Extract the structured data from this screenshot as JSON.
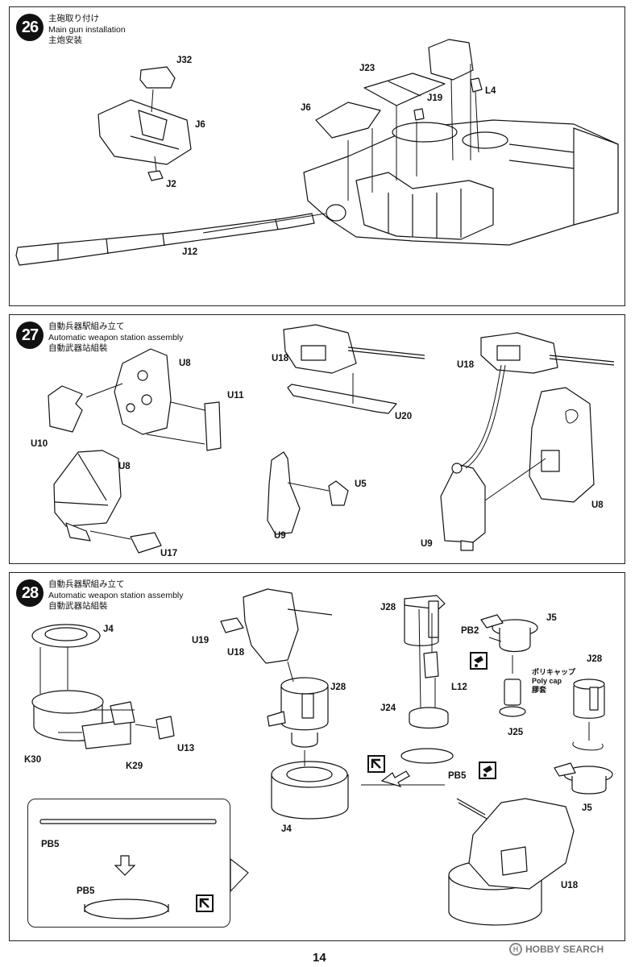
{
  "steps": [
    {
      "number": "26",
      "title_jp": "主砲取り付け",
      "title_en": "Main gun installation",
      "title_cn": "主炮安装",
      "labels": {
        "j32": "J32",
        "j6a": "J6",
        "j2": "J2",
        "j12": "J12",
        "j23": "J23",
        "j6b": "J6",
        "j19": "J19",
        "l4": "L4"
      }
    },
    {
      "number": "27",
      "title_jp": "自動兵器駅組み立て",
      "title_en": "Automatic weapon station assembly",
      "title_cn": "自動武器站組裝",
      "labels": {
        "u8a": "U8",
        "u11": "U11",
        "u10": "U10",
        "u8b": "U8",
        "u17": "U17",
        "u18a": "U18",
        "u20": "U20",
        "u5": "U5",
        "u9a": "U9",
        "u18b": "U18",
        "u8c": "U8",
        "u9b": "U9"
      }
    },
    {
      "number": "28",
      "title_jp": "自動兵器駅組み立て",
      "title_en": "Automatic weapon station assembly",
      "title_cn": "自動武器站組裝",
      "labels": {
        "j4a": "J4",
        "k30": "K30",
        "k29": "K29",
        "u13": "U13",
        "u19": "U19",
        "u18a": "U18",
        "j28a": "J28",
        "j4b": "J4",
        "j28b": "J28",
        "l12": "L12",
        "j24": "J24",
        "pb5a": "PB5",
        "pb2": "PB2",
        "j5a": "J5",
        "polycap_jp": "ポリキャップ",
        "polycap_en": "Poly cap",
        "polycap_cn": "膠套",
        "j25": "J25",
        "j28c": "J28",
        "j5b": "J5",
        "u18b": "U18",
        "pb5b": "PB5",
        "pb5c": "PB5"
      }
    }
  ],
  "footer": {
    "page_number": "14",
    "watermark": "HOBBY SEARCH"
  }
}
